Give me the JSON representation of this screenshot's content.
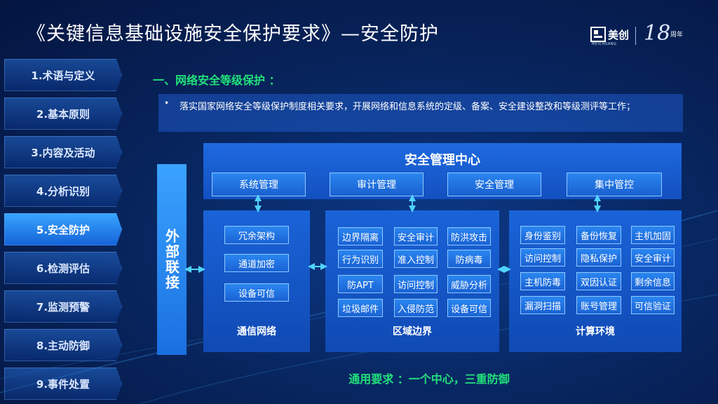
{
  "title": "《关键信息基础设施安全保护要求》—安全防护",
  "logo": {
    "brand": "美创",
    "sub": "MEICHUANG",
    "anniversary_number": "18",
    "anniversary_text": "周年"
  },
  "nav": [
    {
      "label": "1.术语与定义",
      "active": false
    },
    {
      "label": "2.基本原则",
      "active": false
    },
    {
      "label": "3.内容及活动",
      "active": false
    },
    {
      "label": "4.分析识别",
      "active": false
    },
    {
      "label": "5.安全防护",
      "active": true
    },
    {
      "label": "6.检测评估",
      "active": false
    },
    {
      "label": "7.监测预警",
      "active": false
    },
    {
      "label": "8.主动防御",
      "active": false
    },
    {
      "label": "9.事件处置",
      "active": false
    }
  ],
  "section_heading": "一、网络安全等级保护 ：",
  "description": {
    "bullet": "•",
    "text": "落实国家网络安全等级保护制度相关要求，开展网络和信息系统的定级、备案、安全建设整改和等级测评等工作；"
  },
  "outer_link": "外部联接",
  "management_center": {
    "title": "安全管理中心",
    "items": [
      "系统管理",
      "审计管理",
      "安全管理",
      "集中管控"
    ]
  },
  "panels": {
    "network": {
      "title": "通信网络",
      "items": [
        "冗余架构",
        "通道加密",
        "设备可信"
      ]
    },
    "boundary": {
      "title": "区域边界",
      "items": [
        "边界隔离",
        "安全审计",
        "防洪攻击",
        "行为识别",
        "准入控制",
        "防病毒",
        "防APT",
        "访问控制",
        "威胁分析",
        "垃圾邮件",
        "入侵防范",
        "设备可信"
      ]
    },
    "compute": {
      "title": "计算环境",
      "items": [
        "身份鉴别",
        "备份恢复",
        "主机加固",
        "访问控制",
        "隐私保护",
        "安全审计",
        "主机防毒",
        "双因认证",
        "剩余信息",
        "漏洞扫描",
        "账号管理",
        "可信验证"
      ]
    }
  },
  "footer": "通用要求 ：一个中心，三重防御",
  "colors": {
    "accent_green": "#22e07a",
    "active_blue": "#39a6ff",
    "panel_blue": "#1a63d8"
  }
}
